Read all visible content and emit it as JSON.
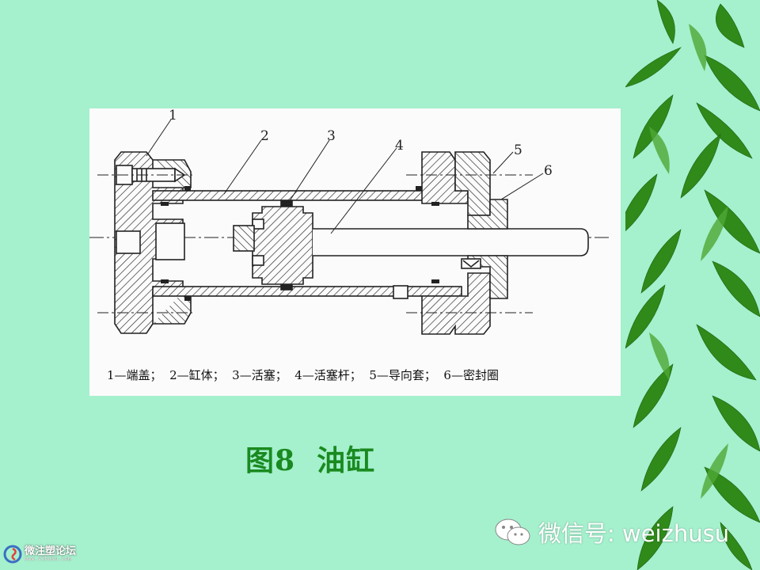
{
  "diagram": {
    "callouts": [
      "1",
      "2",
      "3",
      "4",
      "5",
      "6"
    ],
    "legend": "1—端盖；  2—缸体；  3—活塞；  4—活塞杆；  5—导向套；  6—密封圈"
  },
  "caption": "图8  油缸",
  "watermark": {
    "wechat_text": "微信号: weizhusu",
    "icon": "wechat-icon"
  },
  "forum_logo": {
    "name": "微注塑论坛",
    "url": "www.vzhusu.com",
    "icon": "forum-swirl-icon"
  },
  "colors": {
    "background": "#a5f0cd",
    "caption": "#1a8a20",
    "bamboo": "#2f8a1a"
  }
}
